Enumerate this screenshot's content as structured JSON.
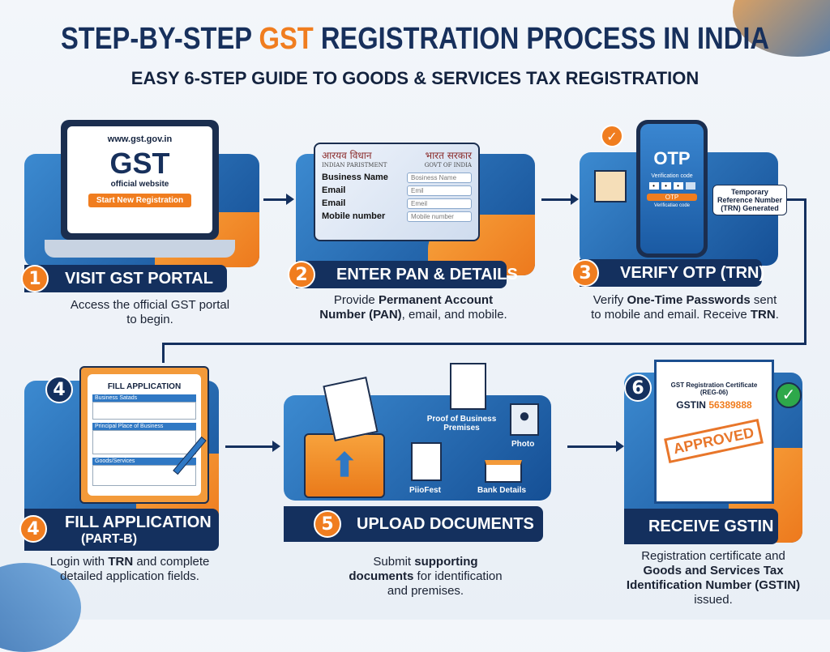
{
  "title": {
    "prefix": "STEP-BY-STEP ",
    "highlight": "GST",
    "suffix": " REGISTRATION PROCESS IN INDIA"
  },
  "subtitle": "EASY 6-STEP GUIDE TO GOODS & SERVICES TAX REGISTRATION",
  "colors": {
    "navy": "#14305e",
    "orange": "#f07d1f",
    "blue": "#2f78c4"
  },
  "steps": [
    {
      "number": "1",
      "label": "VISIT GST PORTAL",
      "desc": "Access the official GST portal to begin.",
      "illustration": {
        "url": "www.gst.gov.in",
        "logo": "GST",
        "tagline": "official website",
        "button": "Start New Registration"
      }
    },
    {
      "number": "2",
      "label": "ENTER PAN & DETAILS",
      "desc_pre": "Provide ",
      "desc_bold": "Permanent Account Number (PAN)",
      "desc_post": ", email, and mobile.",
      "illustration": {
        "hindi_left": "आरयव विधान",
        "eng_left": "INDIAN PARISTMENT",
        "hindi_right": "भारत सरकार",
        "eng_right": "GOVT OF INDIA",
        "fields": [
          {
            "label": "Business Name",
            "placeholder": "Bosiness Name"
          },
          {
            "label": "Email",
            "placeholder": "Emil"
          },
          {
            "label": "Email",
            "placeholder": "Emeil"
          },
          {
            "label": "Mobile number",
            "placeholder": "Mobile number"
          }
        ]
      }
    },
    {
      "number": "3",
      "label": "VERIFY OTP (TRN)",
      "desc_pre": "Verify ",
      "desc_bold": "One-Time Passwords",
      "desc_mid": " sent to mobile and email. Receive ",
      "desc_bold2": "TRN",
      "desc_post": ".",
      "illustration": {
        "otp_title": "OTP",
        "code_label": "Verification code",
        "otp_button": "OTP",
        "code_label2": "Verificatiao code",
        "callout": "Temporary Reference Number (TRN) Generated"
      }
    },
    {
      "number": "4",
      "label_line1": "FILL APPLICATION",
      "label_line2": "(PART-B)",
      "desc_pre": "Login with ",
      "desc_bold": "TRN",
      "desc_post": " and complete detailed application fields.",
      "illustration": {
        "form_title": "FILL APPLICATION",
        "sections": [
          "Business Satads",
          "Principal Place of Business",
          "Goods/Services"
        ]
      }
    },
    {
      "number": "5",
      "label": "UPLOAD DOCUMENTS",
      "desc_pre": "Submit ",
      "desc_bold": "supporting documents",
      "desc_post": " for identification and premises.",
      "illustration": {
        "doc1": "Proof of Business Premises",
        "doc2": "Photo",
        "doc3": "PiioFest",
        "doc4": "Bank Details"
      }
    },
    {
      "number": "6",
      "label": "RECEIVE GSTIN",
      "desc_pre": "Registration certificate and ",
      "desc_bold": "Goods and Services Tax Identification Number (GSTIN)",
      "desc_post": " issued.",
      "illustration": {
        "cert_title": "GST Registration Certificate",
        "cert_form": "(REG-06)",
        "gstin_label": "GSTIN",
        "gstin_value": "56389888",
        "stamp": "APPROVED"
      }
    }
  ]
}
